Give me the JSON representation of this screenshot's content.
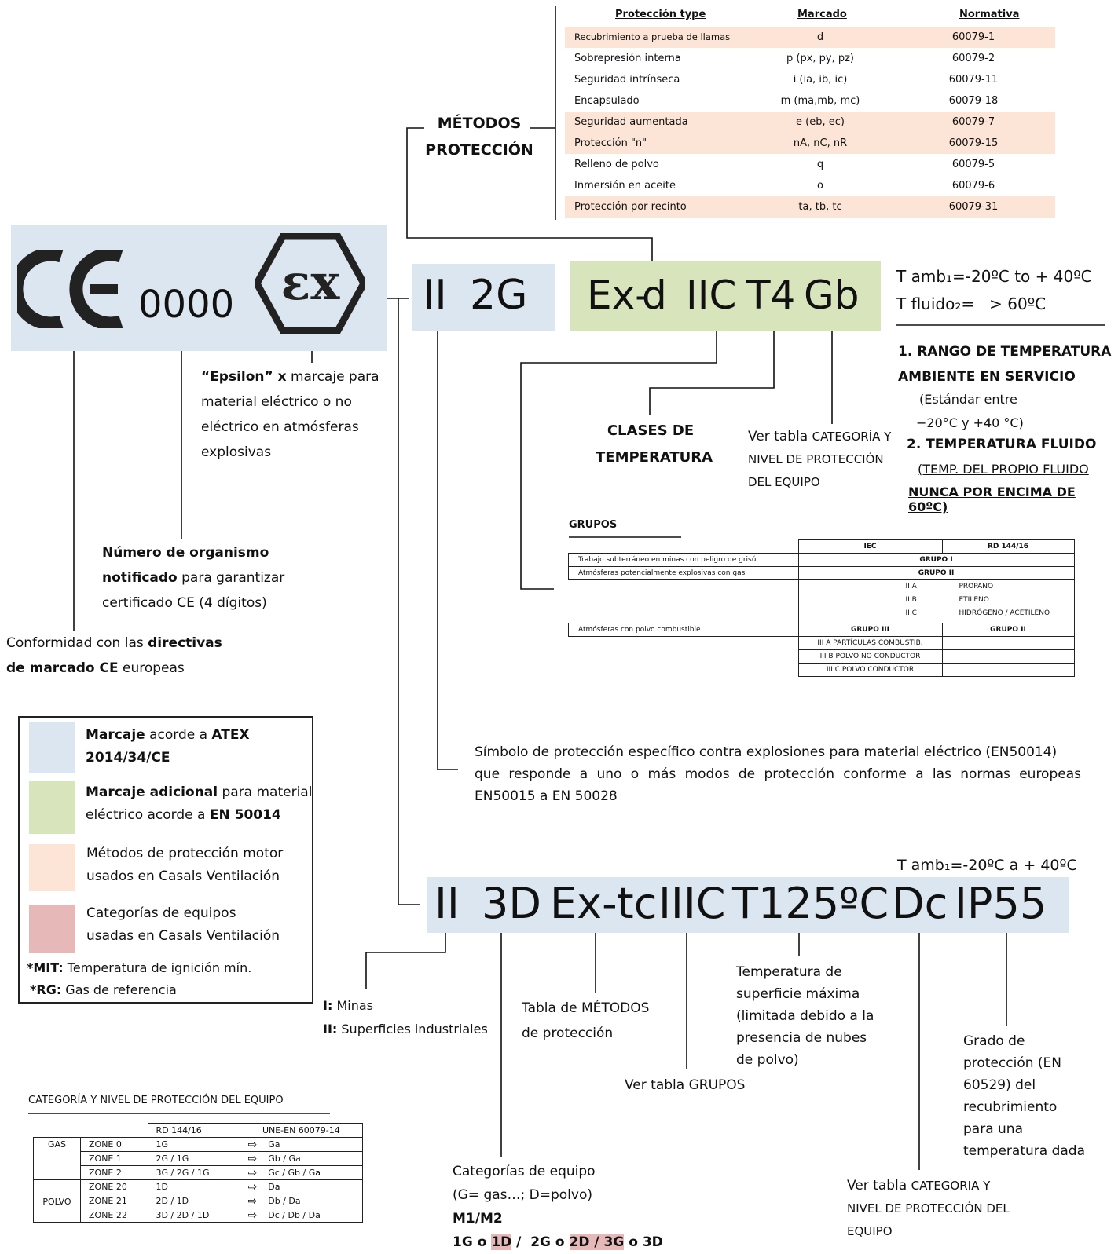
{
  "metodos": {
    "title_line1": "MÉTODOS",
    "title_line2": "PROTECCIÓN",
    "headers": {
      "type": "Protección type",
      "marcado": "Marcado",
      "normativa": "Normativa"
    },
    "rows": [
      {
        "type": "Recubrimiento a prueba de llamas",
        "marcado": "d",
        "norma": "60079-1",
        "hl": true
      },
      {
        "type": "Sobrepresión interna",
        "marcado": "p (px, py, pz)",
        "norma": "60079-2",
        "hl": false
      },
      {
        "type": "Seguridad intrínseca",
        "marcado": "i (ia, ib, ic)",
        "norma": "60079-11",
        "hl": false
      },
      {
        "type": "Encapsulado",
        "marcado": "m (ma,mb, mc)",
        "norma": "60079-18",
        "hl": false
      },
      {
        "type": "Seguridad aumentada",
        "marcado": "e (eb, ec)",
        "norma": "60079-7",
        "hl": true
      },
      {
        "type": "Protección \"n\"",
        "marcado": "nA, nC, nR",
        "norma": "60079-15",
        "hl": true
      },
      {
        "type": "Relleno de polvo",
        "marcado": "q",
        "norma": "60079-5",
        "hl": false
      },
      {
        "type": "Inmersión en aceite",
        "marcado": "o",
        "norma": "60079-6",
        "hl": false
      },
      {
        "type": "Protección por recinto",
        "marcado": "ta, tb, tc",
        "norma": "60079-31",
        "hl": true
      }
    ]
  },
  "marking_top": {
    "notified_body": "0000",
    "group": "II",
    "category": "2G",
    "ex": "Ex-",
    "method": "d",
    "gas_group": "IIC",
    "temp_class": "T4",
    "epl": "Gb"
  },
  "temps_top": {
    "tamb": "T amb₁=-20ºC to + 40ºC",
    "tfluido": "T fluido₂=   > 60ºC",
    "r1_line1": "1. RANGO DE TEMPERATURA",
    "r1_line2": "AMBIENTE EN SERVICIO",
    "r1_sub1": "(Estándar entre",
    "r1_sub2": "−20°C y +40 °C)",
    "r2_title": "2. TEMPERATURA FLUIDO",
    "r2_sub1": "(TEMP. DEL PROPIO FLUIDO",
    "r2_sub2": "NUNCA POR ENCIMA DE 60ºC)"
  },
  "labels": {
    "epsilon_b": "“Epsilon” x",
    "epsilon_rest1": " marcaje para",
    "epsilon_l2": "material eléctrico o no",
    "epsilon_l3": "eléctrico en atmósferas",
    "epsilon_l4": "explosivas",
    "organismo_b1": "Número de organismo",
    "organismo_b2": "notificado",
    "organismo_rest2": " para garantizar",
    "organismo_l3": "certificado CE (4 dígitos)",
    "conform_1": "Conformidad con las ",
    "conform_b1": "directivas",
    "conform_b2": "de marcado CE",
    "conform_2": " europeas",
    "clases_1": "CLASES DE",
    "clases_2": "TEMPERATURA",
    "vertabla_1": "Ver tabla ",
    "vertabla_1b": "CATEGORÍA Y",
    "vertabla_2": "NIVEL DE PROTECCIÓN",
    "vertabla_3": "DEL EQUIPO",
    "simbolo_1": "Símbolo de protección específico contra explosiones para material eléctrico (EN50014)",
    "simbolo_2": "que responde a uno o más modos de protección conforme a las normas europeas",
    "simbolo_3": "EN50015 a EN 50028"
  },
  "grupos": {
    "title": "GRUPOS",
    "h_iec": "IEC",
    "h_rd": "RD 144/16",
    "r1": "Trabajo subterráneo en minas con peligro de grisú",
    "r1v": "GRUPO I",
    "r2": "Atmósferas potencialmente explosivas con gas",
    "r2v": "GRUPO II",
    "iia": "II A",
    "iia_g": "PROPANO",
    "iib": "II B",
    "iib_g": "ETILENO",
    "iic": "II C",
    "iic_g": "HIDRÓGENO / ACETILENO",
    "r3": "Atmósferas con polvo combustible",
    "r3_iec": "GRUPO III",
    "r3_rd": "GRUPO II",
    "iiia": "III A PARTÍCULAS COMBUSTIB.",
    "iiib": "III B POLVO NO CONDUCTOR",
    "iiic": "III C POLVO CONDUCTOR"
  },
  "legend": {
    "blue_b1": "Marcaje",
    "blue_t1": " acorde a ",
    "blue_b2": "ATEX",
    "blue_b3": "2014/34/CE",
    "green_b1": "Marcaje adicional",
    "green_t1": " para material",
    "green_t2": "eléctrico acorde a ",
    "green_b2": "EN 50014",
    "peach_1": "Métodos de protección motor",
    "peach_2": "usados en Casals Ventilación",
    "pink_1": "Categorías de equipos",
    "pink_2": "usadas en Casals Ventilación",
    "mit_b": "*MIT:",
    "mit_t": " Temperatura de ignición mín.",
    "rg_b": "*RG:",
    "rg_t": " Gas de referencia"
  },
  "marking_bottom": {
    "tamb": "T amb₁=-20ºC a + 40ºC",
    "group": "II",
    "category": "3D",
    "ex": "Ex-tc",
    "dust_group": "IIIC",
    "temp": "T125ºC",
    "epl": "Dc",
    "ip": "IP55"
  },
  "labels_bottom": {
    "minas_b": "I:",
    "minas_t": " Minas",
    "sup_b": "II:",
    "sup_t": " Superficies industriales",
    "metodos_1": "Tabla de MÉTODOS",
    "metodos_2": "de protección",
    "grupos_ref": "Ver tabla GRUPOS",
    "tsup_1": "Temperatura de",
    "tsup_2": "superficie máxima",
    "tsup_3": "(limitada debido a la",
    "tsup_4": "presencia de nubes",
    "tsup_5": "de polvo)",
    "ip_1": "Grado de",
    "ip_2": "protección (EN",
    "ip_3": "60529) del",
    "ip_4": "recubrimiento",
    "ip_5": "para una",
    "ip_6": "temperatura dada",
    "cat_1": "Categorías de equipo",
    "cat_2": "(G= gas…; D=polvo)",
    "cat_3": "M1/M2",
    "cat_4a": "1G o ",
    "cat_4b": "1D",
    "cat_4c": " /  2G o ",
    "cat_4d": "2D / 3G",
    "cat_4e": " o 3D",
    "vt_1": "Ver tabla ",
    "vt_1b": "CATEGORIA Y",
    "vt_2": "NIVEL DE PROTECCIÓN DEL",
    "vt_3": "EQUIPO"
  },
  "categoria": {
    "title": "CATEGORÍA Y NIVEL DE PROTECCIÓN DEL EQUIPO",
    "h_rd": "RD 144/16",
    "h_une": "UNE-EN 60079-14",
    "gas": "GAS",
    "polvo": "POLVO",
    "arrow": "⇨",
    "rows": [
      {
        "zone": "ZONE 0",
        "rd": "1G",
        "une": "Ga"
      },
      {
        "zone": "ZONE 1",
        "rd": "2G / 1G",
        "une": "Gb / Ga"
      },
      {
        "zone": "ZONE 2",
        "rd": "3G / 2G / 1G",
        "une": "Gc / Gb / Ga"
      },
      {
        "zone": "ZONE 20",
        "rd": "1D",
        "une": "Da"
      },
      {
        "zone": "ZONE 21",
        "rd": "2D / 1D",
        "une": "Db / Da"
      },
      {
        "zone": "ZONE 22",
        "rd": "3D / 2D / 1D",
        "une": "Dc / Db / Da"
      }
    ]
  },
  "colors": {
    "blue": "#dce6f1",
    "green": "#d8e4bc",
    "peach": "#fce4d6",
    "pink": "#e6b8b7"
  }
}
